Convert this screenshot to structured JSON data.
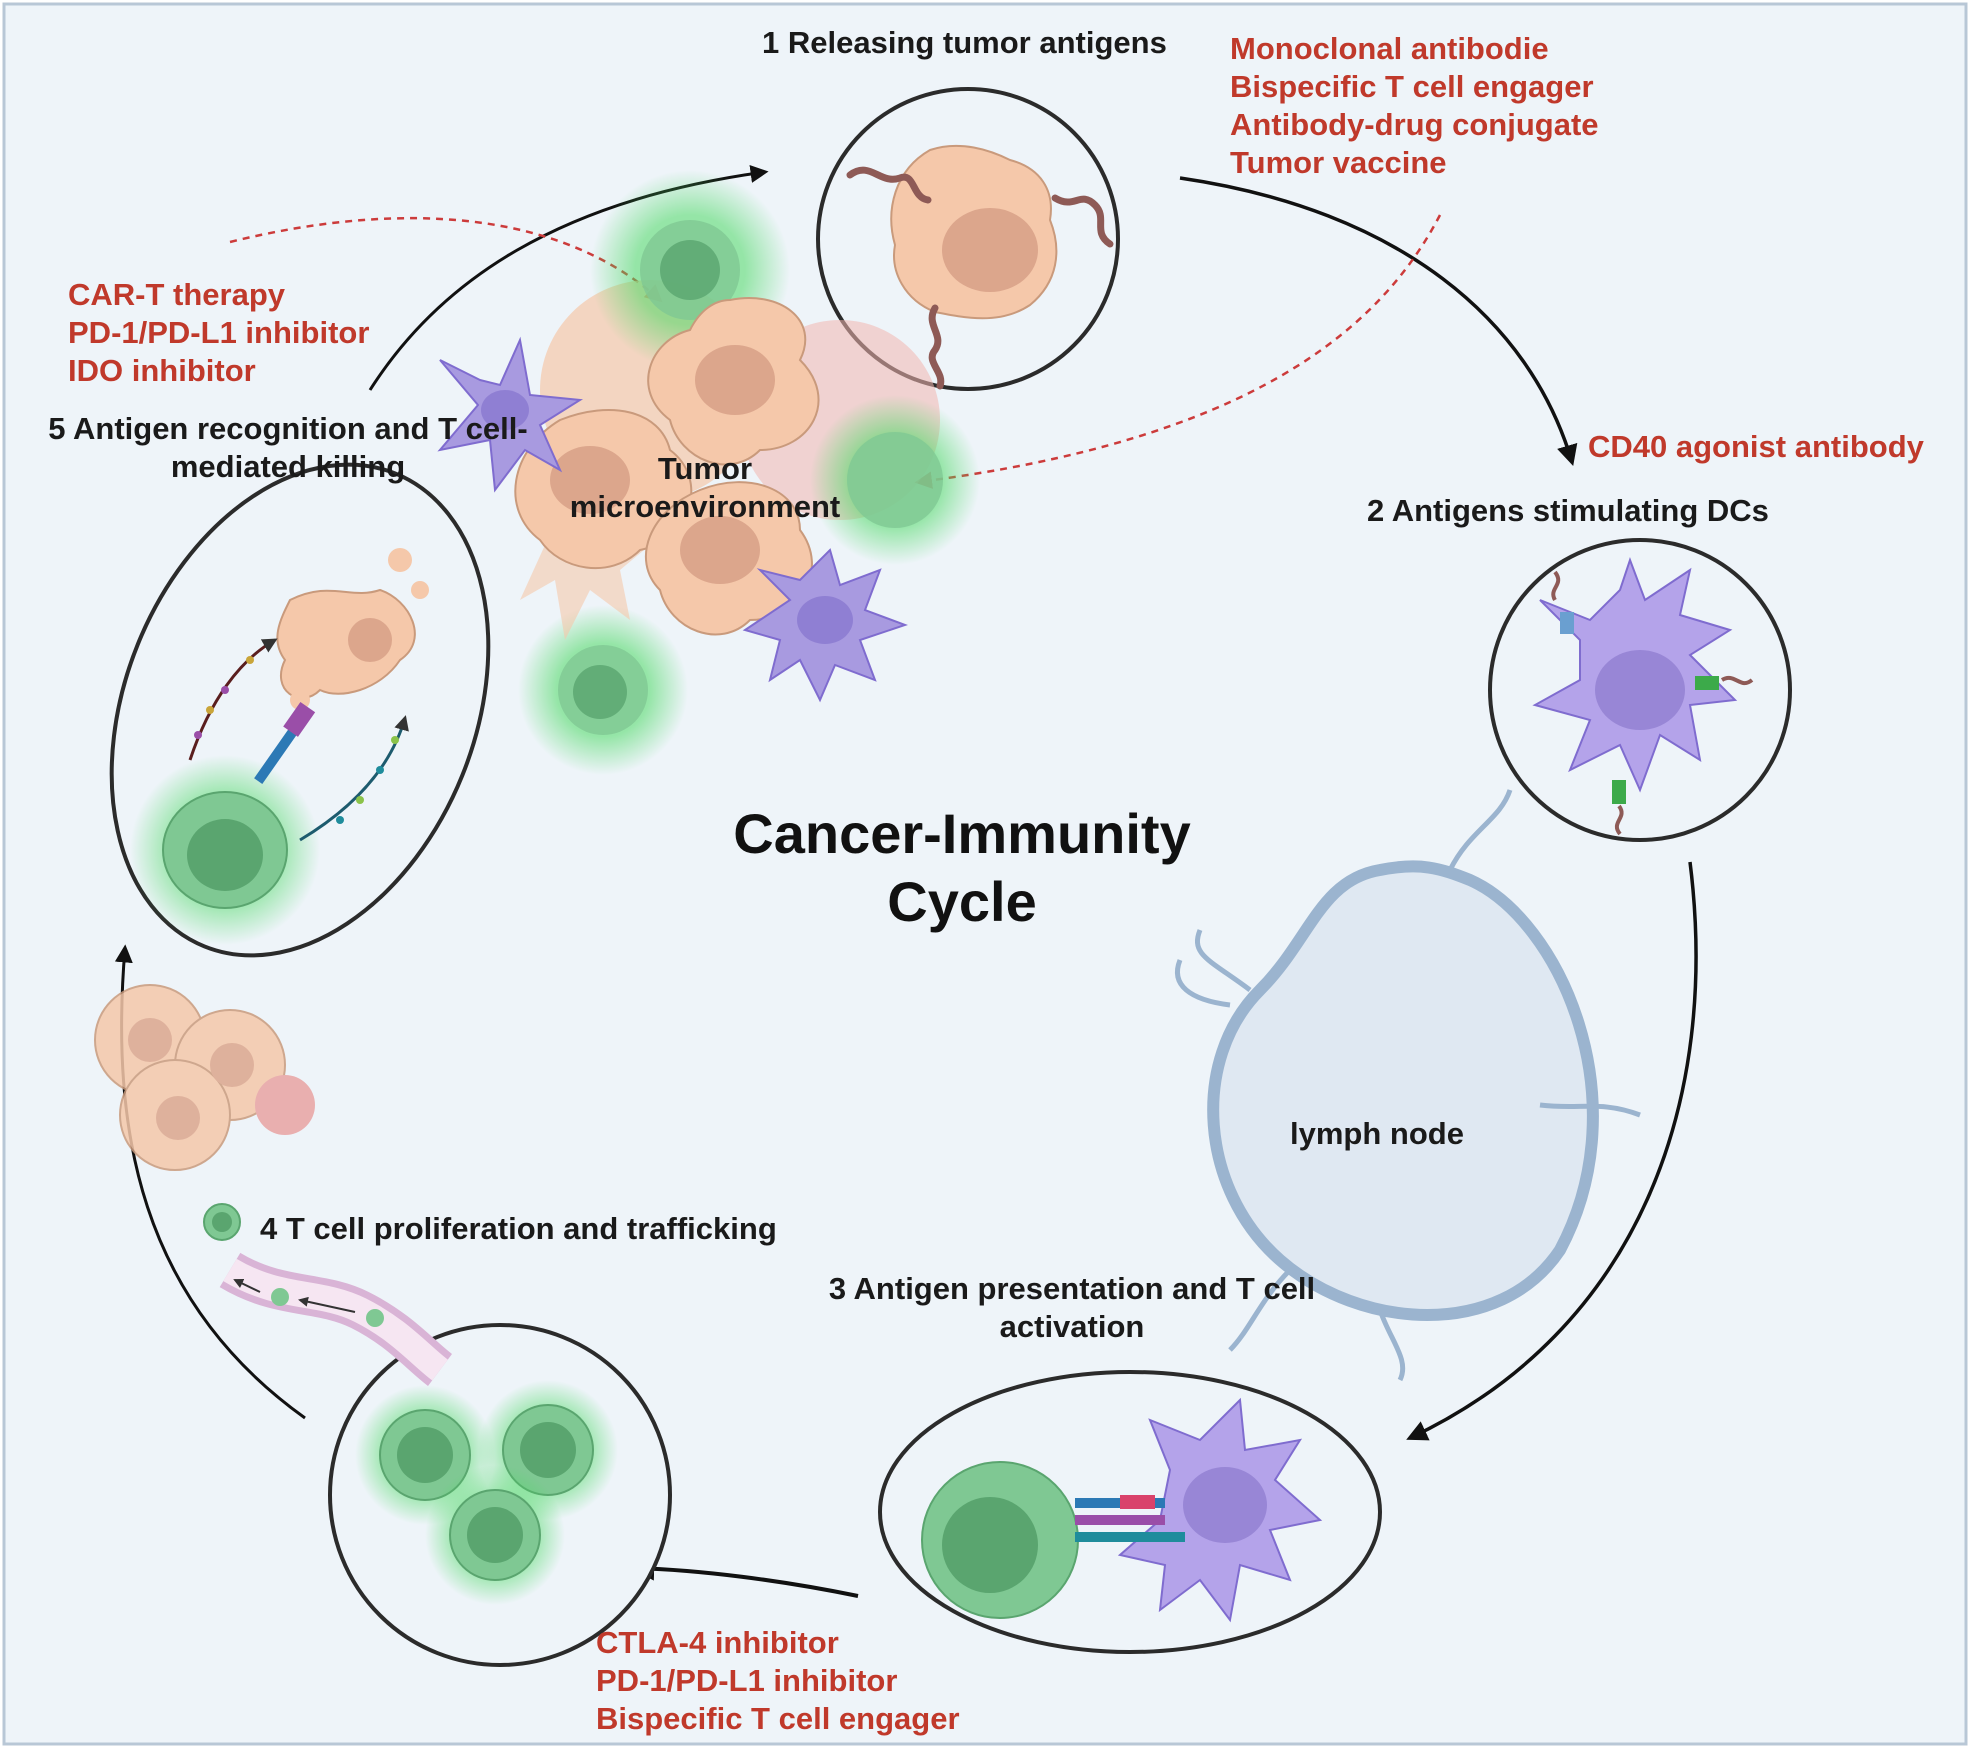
{
  "title": [
    "Cancer-Immunity",
    "Cycle"
  ],
  "steps": [
    {
      "label": [
        "1 Releasing tumor antigens"
      ]
    },
    {
      "label": [
        "2 Antigens stimulating DCs"
      ]
    },
    {
      "label": [
        "3 Antigen presentation and T cell",
        "activation"
      ]
    },
    {
      "label": [
        "4 T cell proliferation and trafficking"
      ]
    },
    {
      "label": [
        "5 Antigen recognition and T cell-",
        "mediated killing"
      ]
    }
  ],
  "drugs": {
    "step1": [
      "Monoclonal antibodie",
      "Bispecific T cell engager",
      "Antibody-drug conjugate",
      "Tumor vaccine"
    ],
    "step2": [
      "CD40 agonist antibody"
    ],
    "step3": [
      "CTLA-4 inhibitor",
      "PD-1/PD-L1 inhibitor",
      "Bispecific T cell engager"
    ],
    "step5": [
      "CAR-T therapy",
      "PD-1/PD-L1 inhibitor",
      "IDO inhibitor"
    ]
  },
  "tumor_label": [
    "Tumor",
    "microenvironment"
  ],
  "lymph_label": "lymph node",
  "colors": {
    "background": "#eef4f9",
    "drug_text": "#c0392b",
    "tumor_cell": "#f5c8aa",
    "dendritic_cell": "#a89ae0",
    "t_cell": "#6fbf86",
    "lymph_node": "#dfe8f2"
  }
}
